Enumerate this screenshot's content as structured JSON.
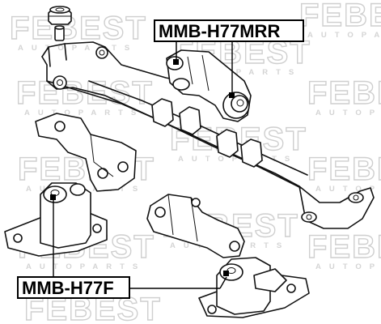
{
  "watermark": {
    "brand": "FEBEST",
    "tagline": "AUTOPARTS",
    "color": "#cfcfcf"
  },
  "callouts": {
    "rear_mount": {
      "label": "MMB-H77MRR"
    },
    "front_mount": {
      "label": "MMB-H77F"
    }
  },
  "colors": {
    "line": "#111111",
    "label_border": "#000000",
    "background": "#ffffff"
  }
}
